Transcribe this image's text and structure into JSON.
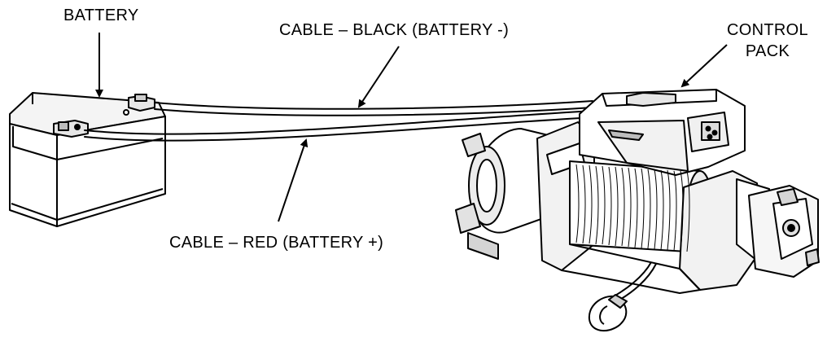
{
  "labels": {
    "battery": "BATTERY",
    "cable_black": "CABLE – BLACK (BATTERY -)",
    "control_pack_line1": "CONTROL",
    "control_pack_line2": "PACK",
    "cable_red": "CABLE – RED (BATTERY +)"
  },
  "colors": {
    "ink": "#000000",
    "background": "#ffffff",
    "shade": "#d9d9d9"
  }
}
